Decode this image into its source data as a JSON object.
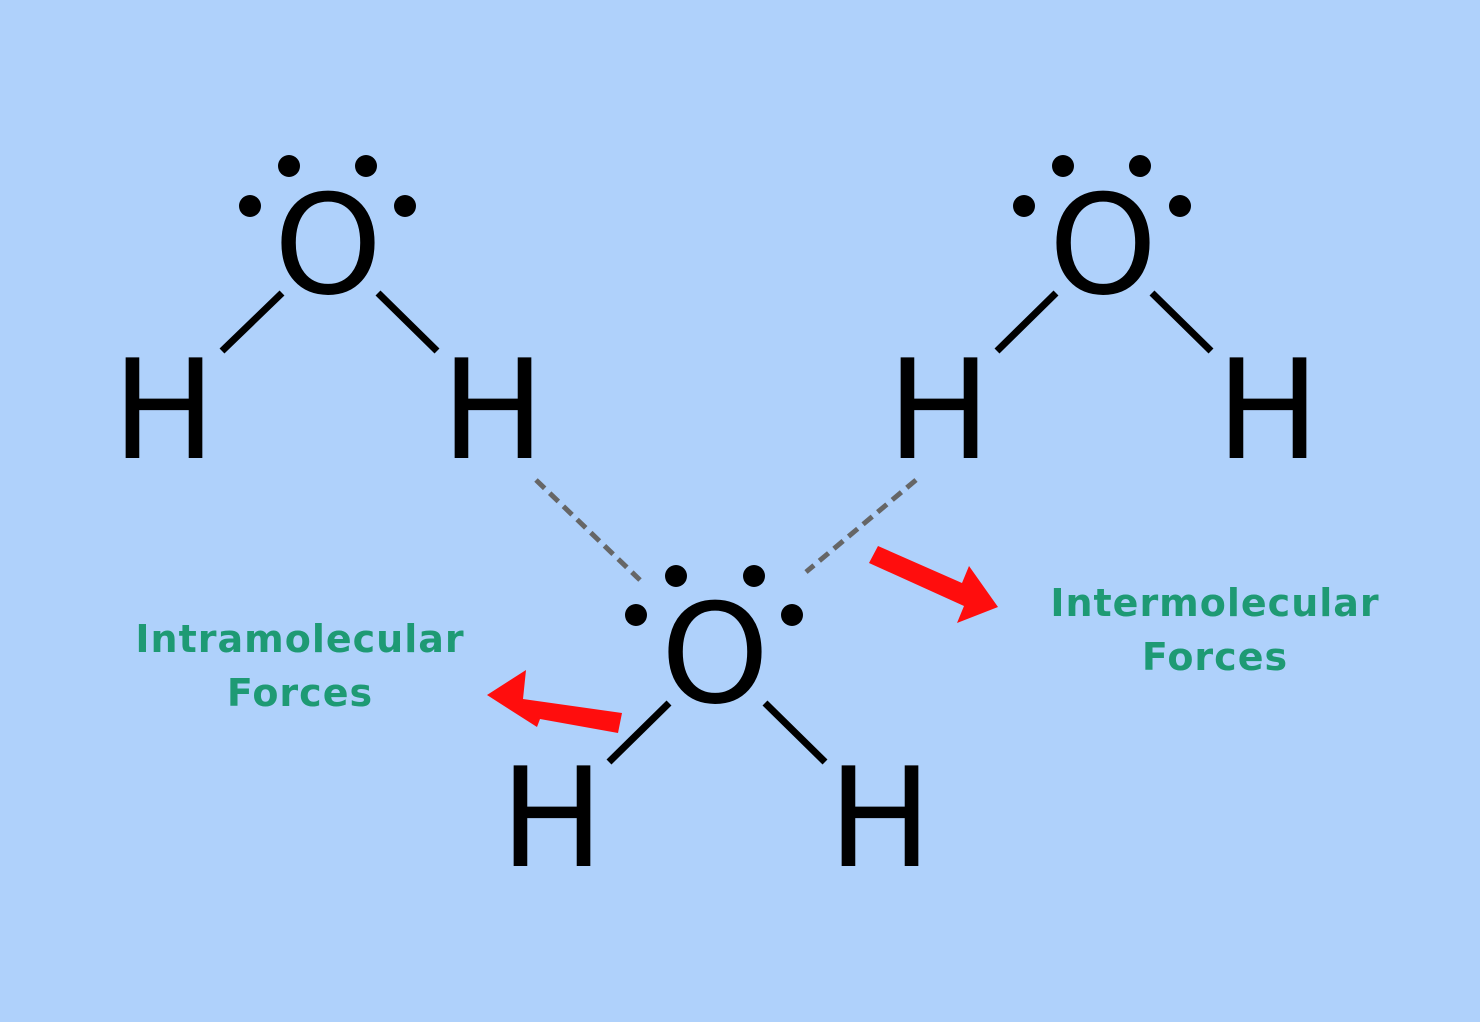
{
  "atoms": {
    "oxygen": "O",
    "hydrogen": "H"
  },
  "labels": {
    "intramolecular_line1": "Intramolecular",
    "intramolecular_line2": "Forces",
    "intermolecular_line1": "Intermolecular",
    "intermolecular_line2": "Forces"
  },
  "colors": {
    "background": "#afd1fb",
    "label_text": "#1e9a74",
    "arrow": "#ff0d0d",
    "hydrogen_bond": "#666666"
  }
}
